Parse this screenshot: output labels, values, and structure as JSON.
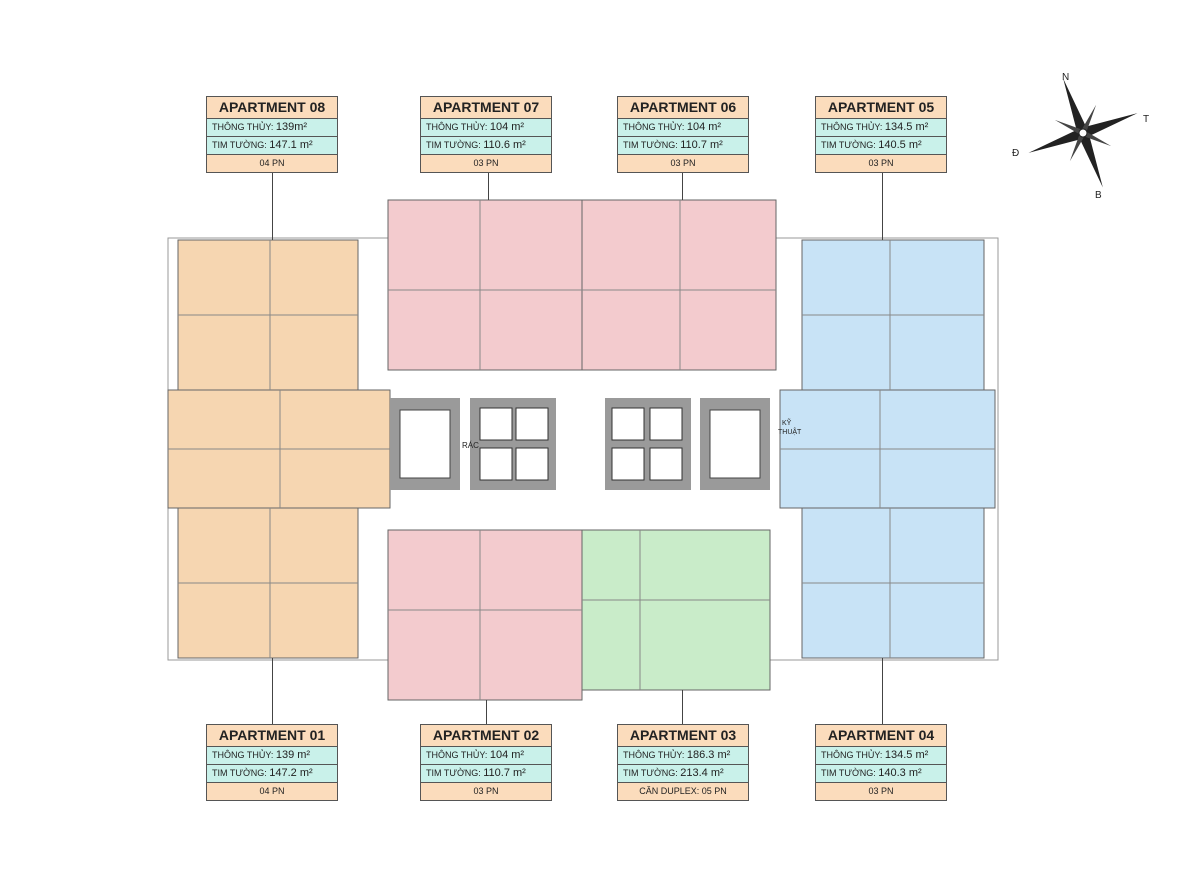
{
  "labels": {
    "area_net": "THÔNG THỦY:",
    "area_gross": "TIM TƯỜNG:"
  },
  "apartments": [
    {
      "name": "APARTMENT 08",
      "net": "139m²",
      "gross": "147.1 m²",
      "rooms": "04 PN"
    },
    {
      "name": "APARTMENT 07",
      "net": "104 m²",
      "gross": "110.6 m²",
      "rooms": "03 PN"
    },
    {
      "name": "APARTMENT 06",
      "net": "104 m²",
      "gross": "110.7 m²",
      "rooms": "03 PN"
    },
    {
      "name": "APARTMENT 05",
      "net": "134.5 m²",
      "gross": "140.5 m²",
      "rooms": "03 PN"
    },
    {
      "name": "APARTMENT 01",
      "net": "139 m²",
      "gross": "147.2 m²",
      "rooms": "04 PN"
    },
    {
      "name": "APARTMENT 02",
      "net": "104 m²",
      "gross": "110.7 m²",
      "rooms": "03 PN"
    },
    {
      "name": "APARTMENT 03",
      "net": "186.3 m²",
      "gross": "213.4 m²",
      "rooms": "CĂN DUPLEX: 05 PN"
    },
    {
      "name": "APARTMENT 04",
      "net": "134.5 m²",
      "gross": "140.3 m²",
      "rooms": "03 PN"
    }
  ],
  "core": {
    "trash": "RÁC",
    "technical_1": "KỸ",
    "technical_2": "THUẬT"
  },
  "compass": {
    "n": "N",
    "e": "T",
    "s": "B",
    "w": "Đ"
  },
  "colors": {
    "orange": "#f6d6b1",
    "pink": "#f3cbce",
    "blue": "#c8e3f6",
    "green": "#c9ecc9",
    "core": "#9a9a9a"
  }
}
